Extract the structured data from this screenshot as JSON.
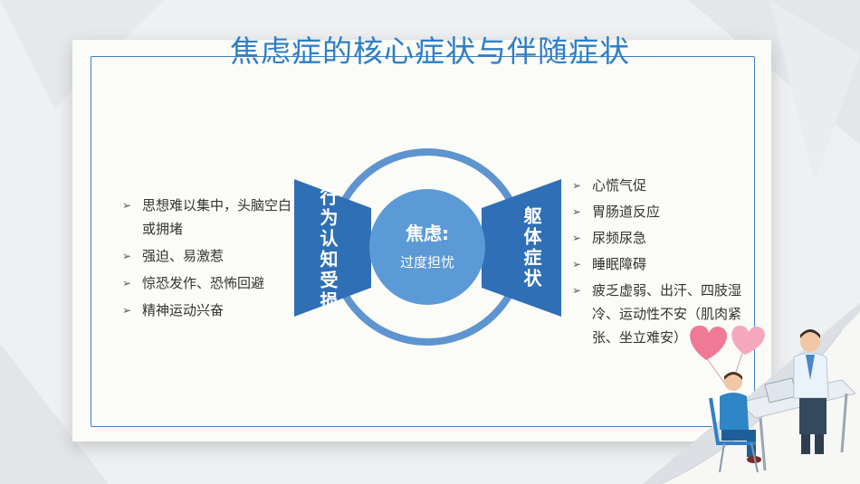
{
  "title": "焦虑症的核心症状与伴随症状",
  "diagram": {
    "left_label": "行为认知受损",
    "right_label": "躯体症状",
    "center_main": "焦虑:",
    "center_sub": "过度担忧"
  },
  "left_list": [
    "思想难以集中，头脑空白或拥堵",
    "强迫、易激惹",
    "惊恐发作、恐怖回避",
    "精神运动兴奋"
  ],
  "right_list": [
    "心慌气促",
    "胃肠道反应",
    "尿频尿急",
    "睡眠障碍",
    "疲乏虚弱、出汗、四肢湿冷、运动性不安（肌肉紧张、坐立难安）"
  ],
  "colors": {
    "primary": "#2f6fb5",
    "light": "#5b9ad6",
    "ring": "#5e94cf",
    "title": "#2f7fc6"
  },
  "icons": {
    "bullet": "chevron-right-icon"
  }
}
